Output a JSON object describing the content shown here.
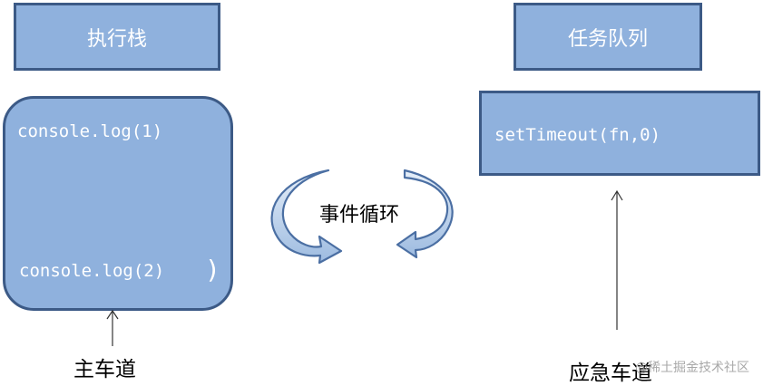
{
  "stack": {
    "title": "执行栈",
    "lines": [
      "console.log(1)",
      "console.log(2)"
    ],
    "trailing_paren": ")"
  },
  "queue": {
    "title": "任务队列",
    "lines": [
      "setTimeout(fn,0)"
    ]
  },
  "loop": {
    "label": "事件循环"
  },
  "labels": {
    "main_lane": "主车道",
    "emergency_lane": "应急车道"
  },
  "watermark": "@稀土掘金技术社区",
  "colors": {
    "box_fill": "#8fb1dd",
    "box_border": "#3c5a86",
    "arrow_light": "#cfe0f3",
    "arrow_dark": "#4b6fa3"
  }
}
